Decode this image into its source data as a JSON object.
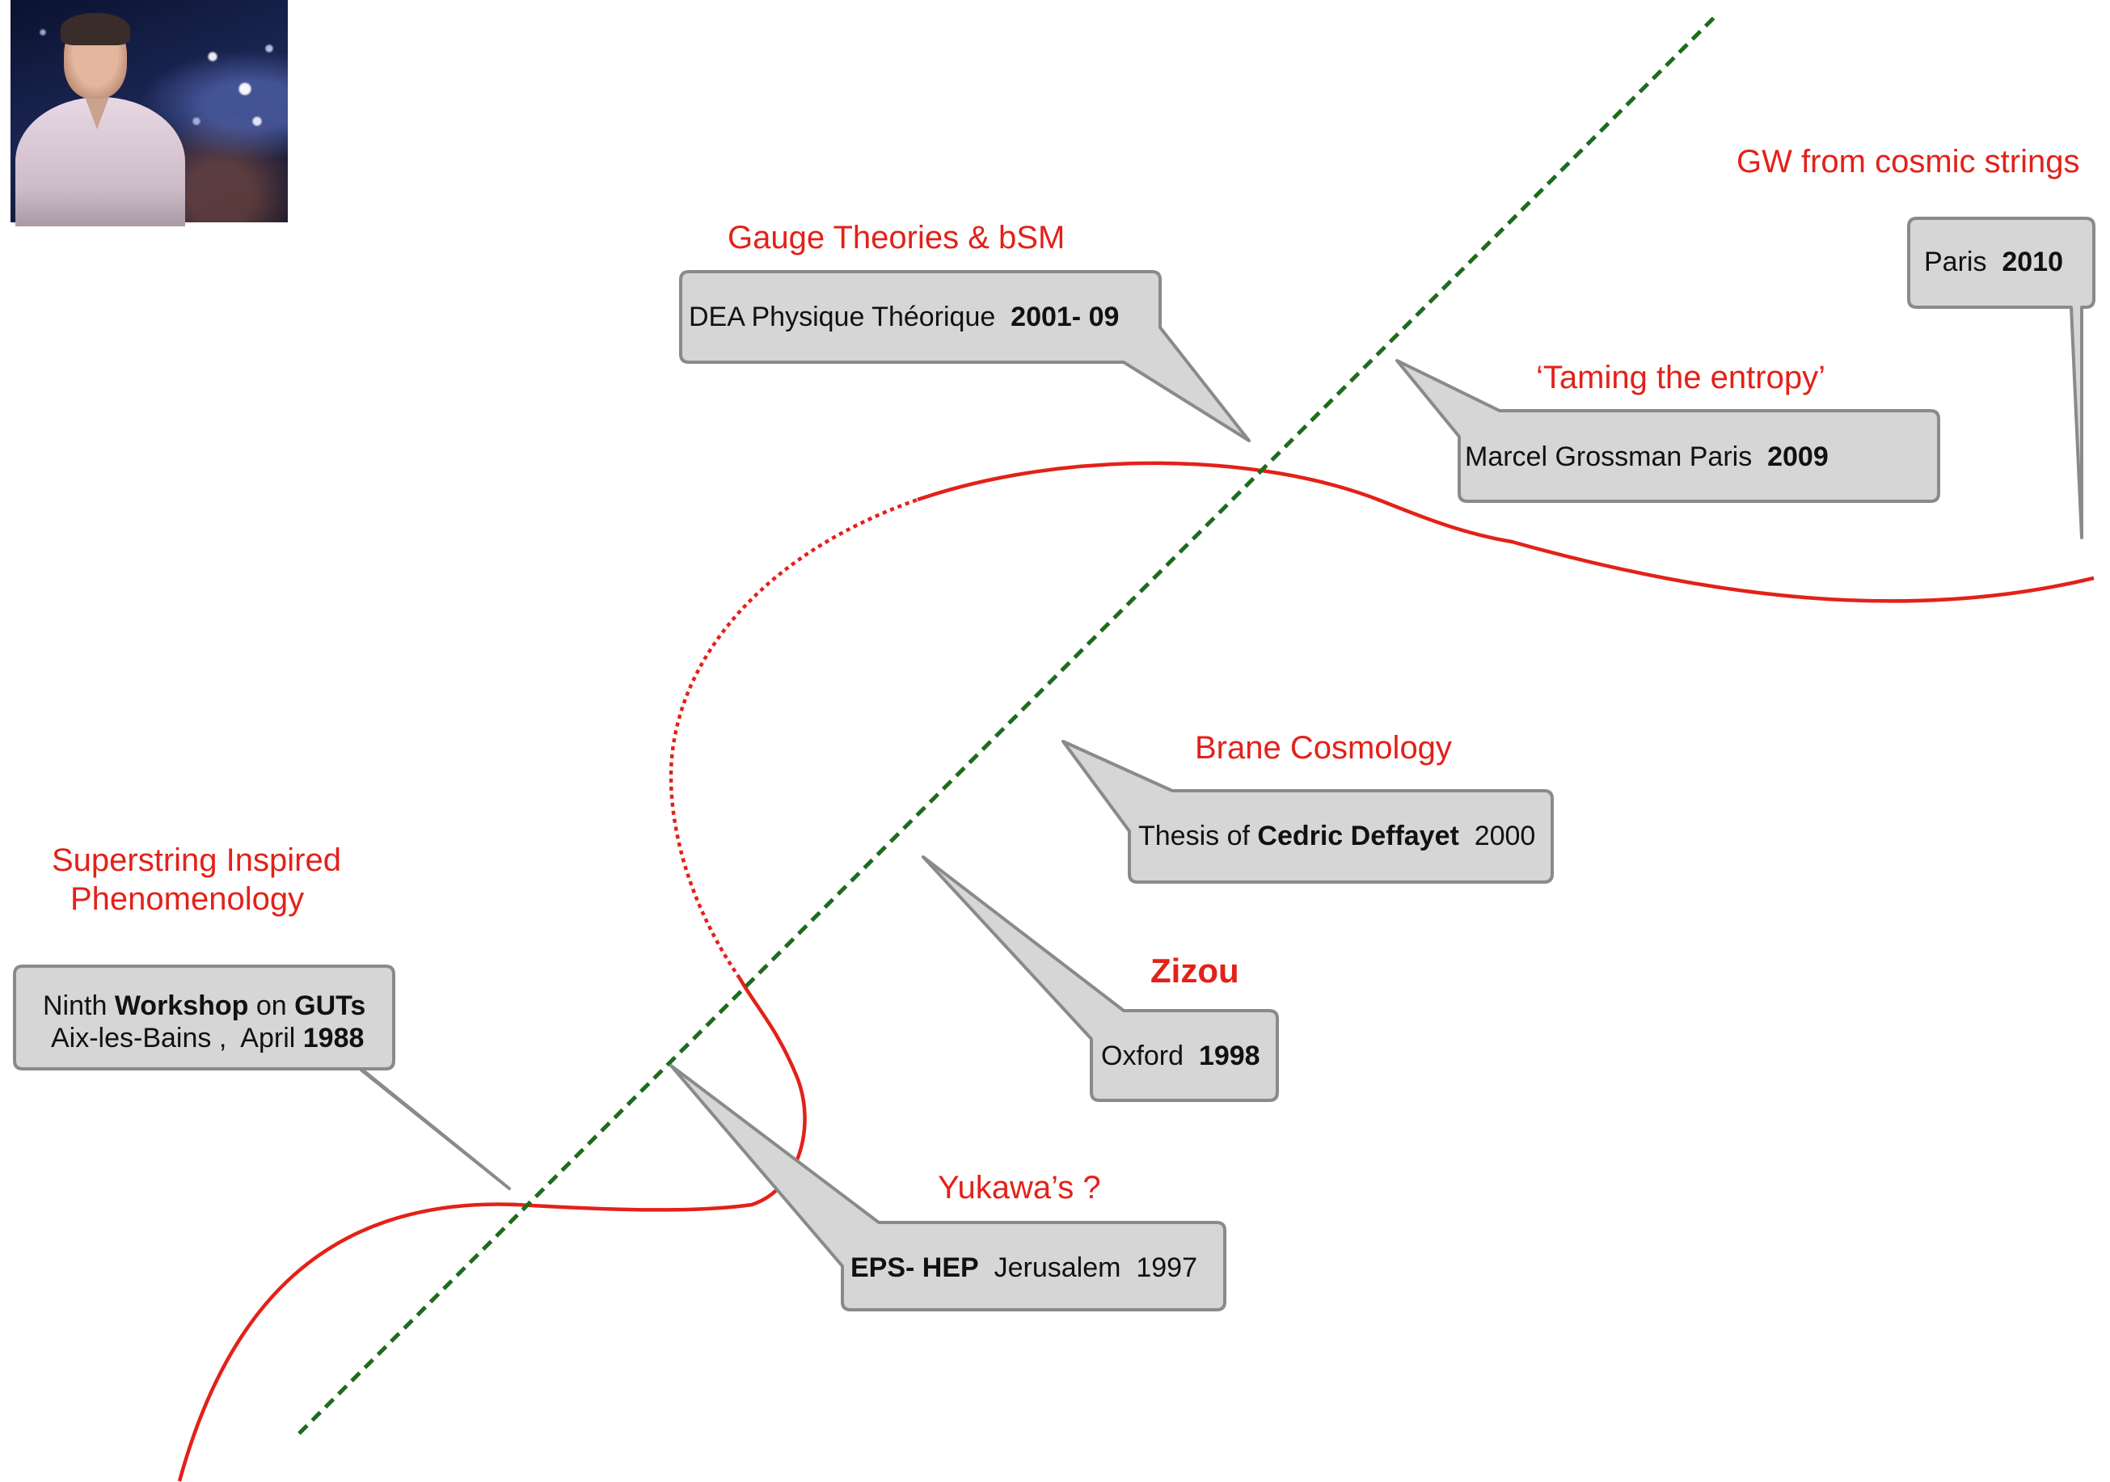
{
  "colors": {
    "curve": "#e32119",
    "diagonal": "#1e6b1e",
    "box_fill": "#d6d6d6",
    "box_stroke": "#8a8a8a",
    "topic_text": "#e32119"
  },
  "photo": {
    "icon": "portrait-photo"
  },
  "topics": {
    "superstring_line1": "Superstring Inspired",
    "superstring_line2": "Phenomenology",
    "yukawa": "Yukawa’s ?",
    "zizou": "Zizou",
    "brane": "Brane Cosmology",
    "gauge": "Gauge Theories & bSM",
    "entropy": "‘Taming the entropy’",
    "gw": "GW from cosmic strings"
  },
  "callouts": {
    "workshop": {
      "line1_a": "Ninth ",
      "line1_b": "Workshop",
      "line1_c": " on ",
      "line1_d": "GUTs",
      "line2_a": "Aix-les-Bains ,  April ",
      "line2_b": "1988"
    },
    "eps": {
      "a": "EPS- HEP",
      "b": "  Jerusalem  1997"
    },
    "oxford": {
      "a": "Oxford  ",
      "b": "1998"
    },
    "thesis": {
      "a": "Thesis of ",
      "b": "Cedric Deffayet",
      "c": "  2000"
    },
    "dea": {
      "a": "DEA Physique Théorique  ",
      "b": "2001- 09"
    },
    "mg": {
      "a": "Marcel Grossman Paris  ",
      "b": "2009"
    },
    "paris": {
      "a": "Paris  ",
      "b": "2010"
    }
  }
}
